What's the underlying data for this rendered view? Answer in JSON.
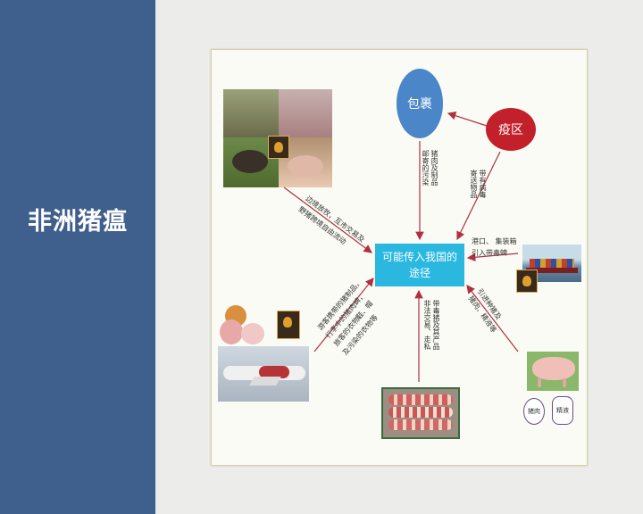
{
  "title": "非洲猪瘟",
  "nodes": {
    "center": [
      "可能传入我国的",
      "途径"
    ],
    "parcel": "包裹",
    "epidemic_area": "疫区"
  },
  "labels": {
    "parcel_to_center": [
      "邮寄的污染",
      "猪肉及制品"
    ],
    "epi_to_center": [
      "寄送物品",
      "带有病毒"
    ],
    "border_pigs": [
      "边境放牧，互市交易及",
      "野猪跨境自由流动"
    ],
    "port": [
      "港口、 集装箱",
      "引入带毒蜱"
    ],
    "travel": [
      "游客携带的猪制品，",
      "行李中的猪肉蜱，",
      "旅客的衣物、",
      "鞋、帽",
      "及污染的衣物等"
    ],
    "smuggling": [
      "非法交易、走私",
      "带毒猪及其产品"
    ],
    "vehicle": [
      "引进种猪及",
      "猪肉、精液等"
    ]
  },
  "small_tags": {
    "left": "猪肉",
    "right": "精液"
  },
  "colors": {
    "sidebar": "#3f5f8d",
    "center_box": "#2ab8e0",
    "parcel": "#4a86c8",
    "epidemic": "#c2202a",
    "arrow": "#b03040"
  }
}
